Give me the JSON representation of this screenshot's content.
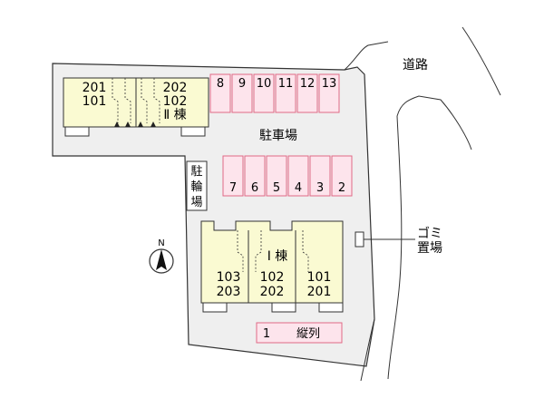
{
  "road_label": "道路",
  "parking_label": "駐車場",
  "bike_parking_label": [
    "駐",
    "輪",
    "場"
  ],
  "garbage_label": [
    "ゴミ",
    "置場"
  ],
  "north_label": "N",
  "building2": {
    "name": "Ⅱ 棟",
    "left_units": [
      "201",
      "101"
    ],
    "right_units": [
      "202",
      "102"
    ]
  },
  "building1": {
    "name": "Ⅰ 棟",
    "units": [
      [
        "103",
        "203"
      ],
      [
        "102",
        "202"
      ],
      [
        "101",
        "201"
      ]
    ]
  },
  "parking_top": [
    "8",
    "9",
    "10",
    "11",
    "12",
    "13"
  ],
  "parking_middle": [
    "7",
    "6",
    "5",
    "4",
    "3",
    "2"
  ],
  "parking_bottom": {
    "number": "1",
    "note": "縦列"
  },
  "colors": {
    "lot": "#efefef",
    "building": "#fafad2",
    "parking_fill": "#fde4ec",
    "parking_stroke": "#e06a86",
    "outline": "#333333"
  }
}
